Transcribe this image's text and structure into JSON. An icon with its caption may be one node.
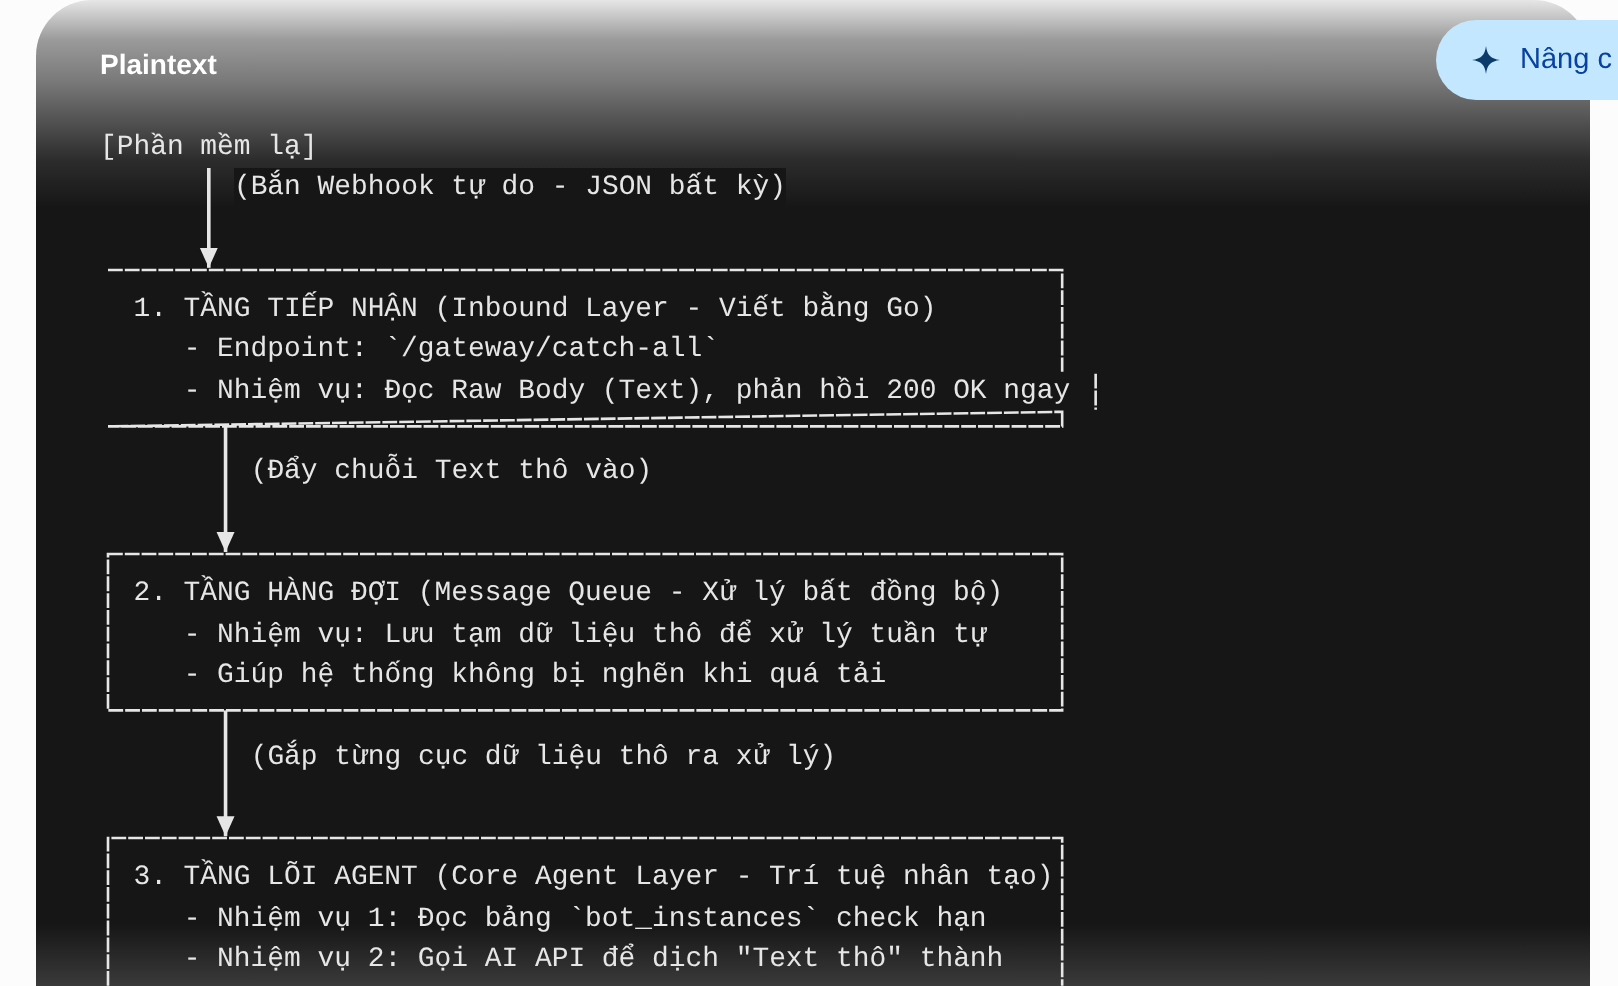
{
  "diagram": {
    "nodes": [
      {
        "text": [
          "[Phần mềm lạ]"
        ]
      },
      {
        "text": [
          "1. TẦNG TIẾP NHẬN (Inbound Layer - Viết bằng Go)",
          "- Endpoint: `/gateway/catch-all`",
          "- Nhiệm vụ: Đọc Raw Body (Text), phản hồi 200 OK ngay"
        ]
      },
      {
        "text": [
          "2. TẦNG HÀNG ĐỢI (Message Queue - Xử lý bất đồng bộ)",
          "- Nhiệm vụ: Lưu tạm dữ liệu thô để xử lý tuần tự",
          "- Giúp hệ thống không bị nghẽn khi quá tải"
        ]
      },
      {
        "text": [
          "3. TẦNG LÕI AGENT (Core Agent Layer - Trí tuệ nhân tạo)",
          "- Nhiệm vụ 1: Đọc bảng `bot_instances` check hạn",
          "- Nhiệm vụ 2: Gọi AI API để dịch \"Text thô\" thành"
        ]
      }
    ],
    "edges": [
      {
        "from": 0,
        "to": 1,
        "arrow": "to",
        "label": "(Bắn Webhook tự do - JSON bất kỳ)"
      },
      {
        "from": 1,
        "to": 2,
        "arrow": "to",
        "label": "(Đẩy chuỗi Text thô vào)"
      },
      {
        "from": 2,
        "to": 3,
        "arrow": "to",
        "label": "(Gắp từng cục dữ liệu thô ra xử lý)"
      }
    ],
    "labels": [
      "Plaintext",
      "Nâng c"
    ]
  }
}
